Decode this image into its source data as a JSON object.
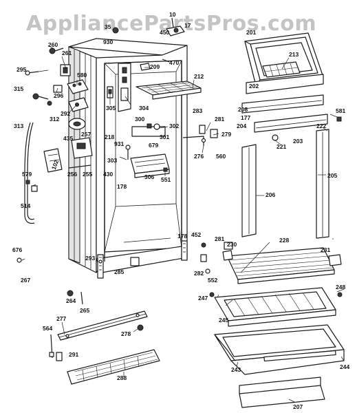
{
  "watermark": "AppliancePartsPros.com",
  "part_labels": {
    "p10": "10",
    "p35": "35",
    "p450": "450",
    "p17": "17",
    "p930": "930",
    "p201": "201",
    "p260": "260",
    "p261": "261",
    "p470": "470",
    "p209": "209",
    "p213": "213",
    "p295": "295",
    "p580": "580",
    "p212": "212",
    "p315": "315",
    "p296": "296",
    "p292": "292",
    "p312": "312",
    "p305": "305",
    "p304": "304",
    "p202": "202",
    "p283": "283",
    "p208": "208",
    "p581": "581",
    "p281a": "281",
    "p177": "177",
    "p204": "204",
    "p300": "300",
    "p302": "302",
    "p313": "313",
    "p435": "435",
    "p218": "218",
    "p257": "257",
    "p301": "301",
    "p279": "279",
    "p222": "222",
    "p203": "203",
    "p931": "931",
    "p679": "679",
    "p221": "221",
    "p276": "276",
    "p560": "560",
    "p102": "102",
    "p256": "256",
    "p255": "255",
    "p303": "303",
    "p306": "306",
    "p551": "551",
    "p205": "205",
    "p579": "579",
    "p430": "430",
    "p178a": "178",
    "p514": "514",
    "p206": "206",
    "p178b": "178",
    "p452": "452",
    "p281b": "281",
    "p230": "230",
    "p228": "228",
    "p231": "231",
    "p676": "676",
    "p293": "293",
    "p282": "282",
    "p552": "552",
    "p267": "267",
    "p285": "285",
    "p248": "248",
    "p247": "247",
    "p264": "264",
    "p265": "265",
    "p245": "245",
    "p277": "277",
    "p564": "564",
    "p278": "278",
    "p291": "291",
    "p288": "288",
    "p243": "243",
    "p244": "244",
    "p207": "207"
  }
}
